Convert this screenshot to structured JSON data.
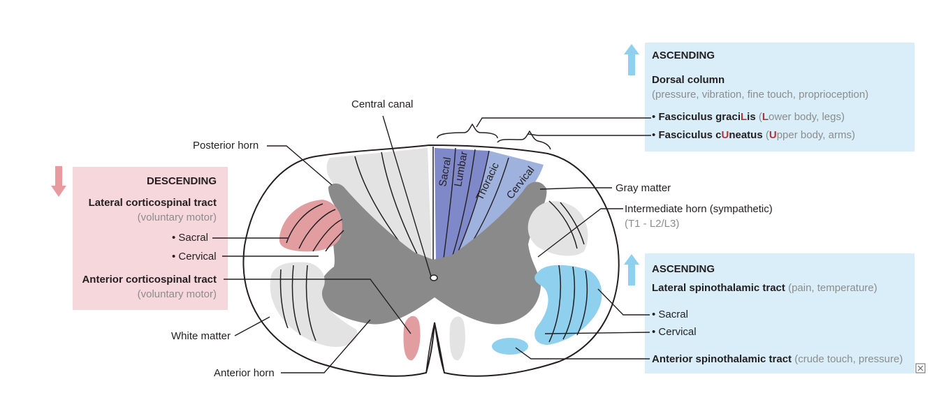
{
  "colors": {
    "blue_box": "#d9eef9",
    "pink_box": "#f6d7dc",
    "up_arrow": "#8fd0ee",
    "down_arrow": "#e99a9f",
    "gray_matter": "#8a8a8a",
    "white_tract": "#e3e3e3",
    "red_tract": "#e29da1",
    "blue_tract": "#8fd0ee",
    "dorsal_sacral_lumbar": "#7f88c9",
    "dorsal_thoracic_cervical": "#9fb2de",
    "letter_highlight": "#b5303c"
  },
  "labels": {
    "central_canal": "Central canal",
    "posterior_horn": "Posterior horn",
    "gray_matter": "Gray matter",
    "intermediate_horn": "Intermediate horn (sympathetic)",
    "intermediate_horn_levels": "(T1 - L2/L3)",
    "white_matter": "White matter",
    "anterior_horn": "Anterior horn"
  },
  "dorsal_segments": [
    "Sacral",
    "Lumbar",
    "Thoracic",
    "Cervical"
  ],
  "ascending_dorsal": {
    "heading": "ASCENDING",
    "title": "Dorsal column",
    "subtitle": "(pressure, vibration, fine touch, proprioception)",
    "gracilis": {
      "bullet": "•",
      "prefix": "Fasciculus graci",
      "hl": "L",
      "suffix": "is",
      "paren_open": " (",
      "hl2": "L",
      "desc": "ower body, legs)"
    },
    "cuneatus": {
      "bullet": "•",
      "prefix": "Fasciculus c",
      "hl": "U",
      "suffix": "neatus",
      "paren_open": " (",
      "hl2": "U",
      "desc": "pper body, arms)"
    }
  },
  "descending": {
    "heading": "DESCENDING",
    "lateral_title": "Lateral corticospinal tract",
    "lateral_sub": "(voluntary motor)",
    "sacral": "• Sacral",
    "cervical": "• Cervical",
    "anterior_title": "Anterior corticospinal tract",
    "anterior_sub": "(voluntary motor)"
  },
  "ascending_spinothalamic": {
    "heading": "ASCENDING",
    "lateral_title": "Lateral spinothalamic tract",
    "lateral_desc": " (pain, temperature)",
    "sacral": "• Sacral",
    "cervical": "• Cervical",
    "anterior_title": "Anterior spinothalamic tract",
    "anterior_desc": " (crude touch, pressure)"
  }
}
